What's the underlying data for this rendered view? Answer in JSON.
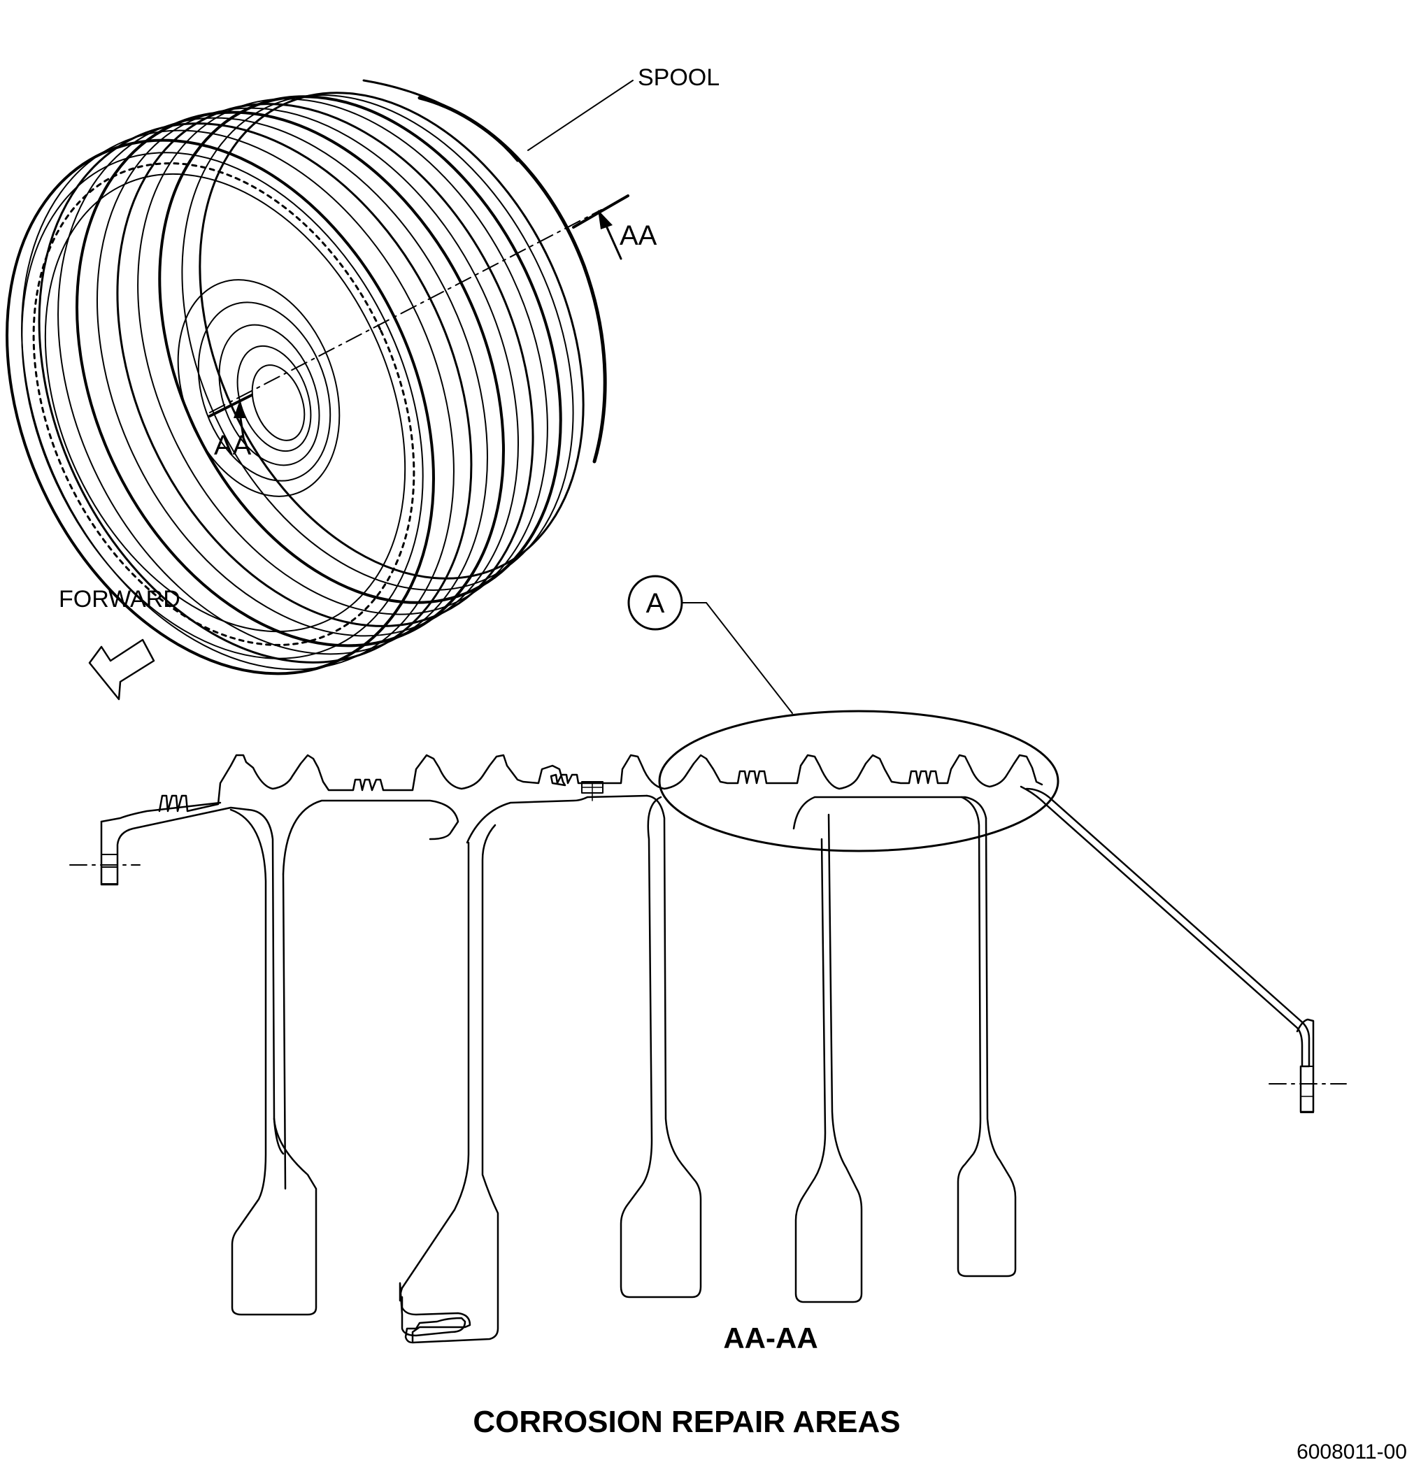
{
  "labels": {
    "spool": "SPOOL",
    "section_arrow_top": "AA",
    "section_arrow_bottom": "AA",
    "forward": "FORWARD",
    "detail_callout": "A",
    "section_title": "AA-AA",
    "caption": "CORROSION REPAIR AREAS",
    "figure_number": "6008011-00"
  },
  "icons": {
    "forward_arrow": "hollow-arrow-left-down-icon",
    "detail_circle": "circle-callout-icon"
  },
  "colors": {
    "line": "#000000",
    "background": "#ffffff"
  }
}
